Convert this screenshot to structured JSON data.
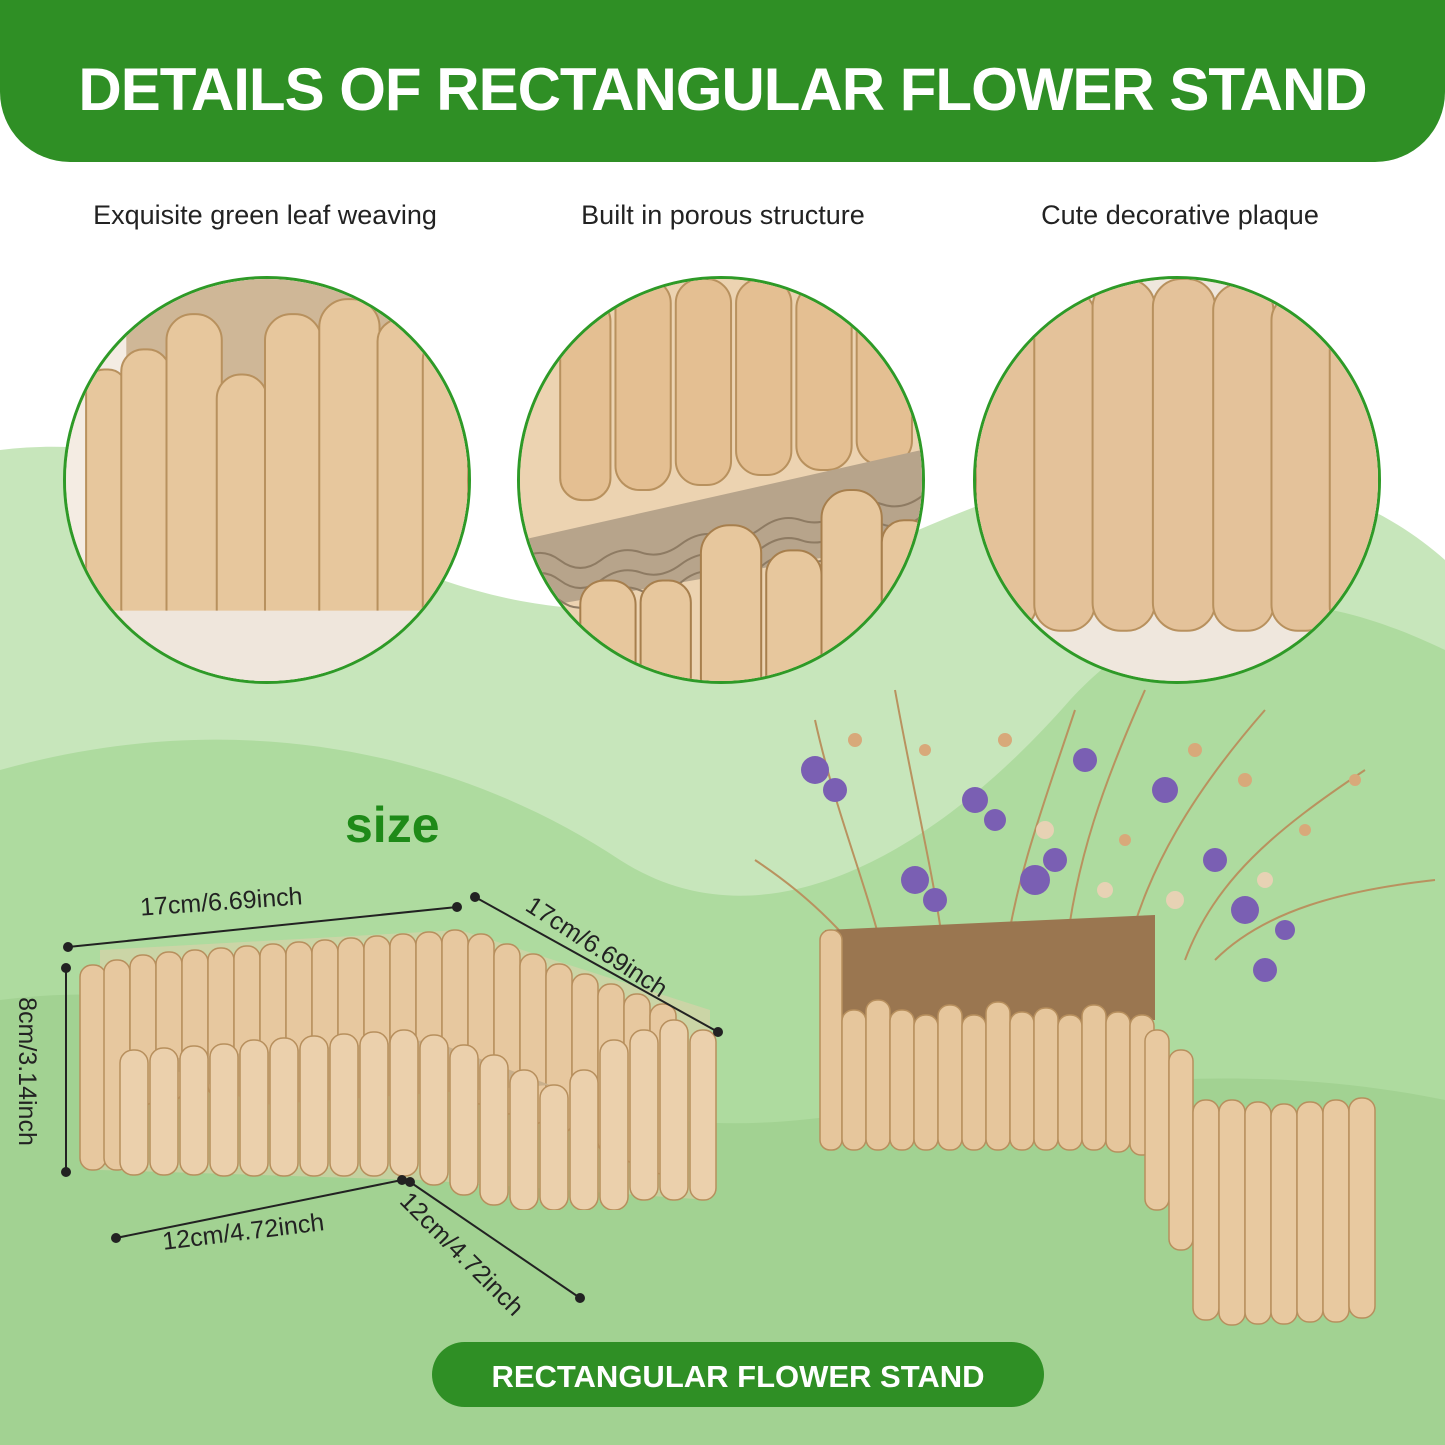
{
  "header": {
    "title": "DETAILS OF RECTANGULAR FLOWER STAND"
  },
  "features": [
    {
      "caption": "Exquisite green leaf weaving",
      "icon": "wooden-dowels-closeup"
    },
    {
      "caption": "Built in porous structure",
      "icon": "cardboard-core-closeup"
    },
    {
      "caption": "Cute decorative plaque",
      "icon": "wood-texture-closeup"
    }
  ],
  "size": {
    "title": "size",
    "top_width": "17cm/6.69inch",
    "top_depth": "17cm/6.69inch",
    "height": "8cm/3.14inch",
    "bottom_width": "12cm/4.72inch",
    "bottom_depth": "12cm/4.72inch"
  },
  "footer": {
    "label": "RECTANGULAR FLOWER STAND"
  },
  "colors": {
    "brand_green": "#2f8f25",
    "size_green": "#1e8a18",
    "background_wave": "#a9d89a",
    "wood": "#e7c79d"
  }
}
